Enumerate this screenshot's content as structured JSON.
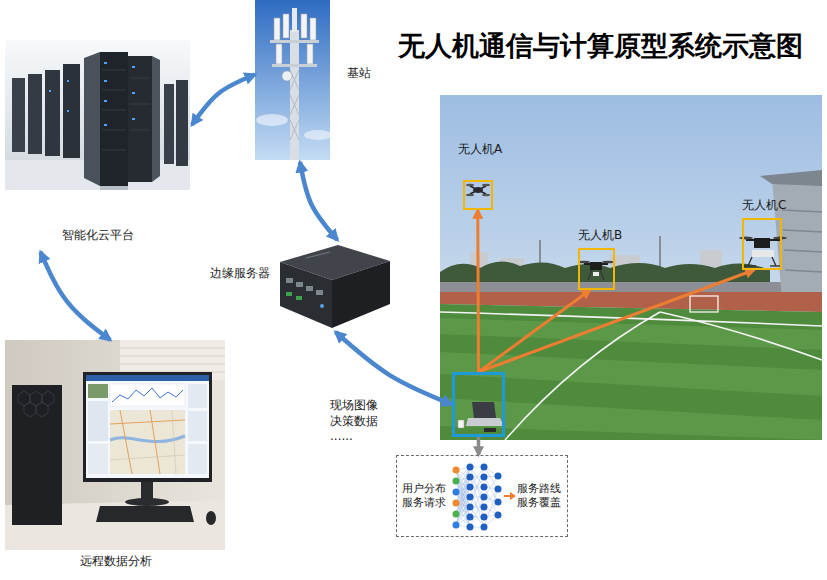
{
  "diagram": {
    "title": "无人机通信与计算原型系统示意图",
    "nodes": [
      {
        "text": [
          "智能化云平台"
        ]
      },
      {
        "text": [
          "基站"
        ]
      },
      {
        "text": [
          "边缘服务器"
        ]
      },
      {
        "text": [
          "无人机A"
        ]
      },
      {
        "text": [
          "无人机B"
        ]
      },
      {
        "text": [
          "无人机C"
        ]
      },
      {
        "text": []
      },
      {
        "text": [
          "远程数据分析"
        ]
      },
      {
        "text": [
          "用户分布 服务请求",
          "服务路线 服务覆盖"
        ]
      }
    ],
    "edges": [
      {
        "from": 0,
        "to": 1,
        "arrow": "both"
      },
      {
        "from": 1,
        "to": 2,
        "arrow": "both"
      },
      {
        "from": 0,
        "to": 7,
        "arrow": "both"
      },
      {
        "from": 2,
        "to": 6,
        "arrow": "both",
        "label": "现场图像 决策数据 ......"
      },
      {
        "from": 6,
        "to": 3,
        "arrow": "to"
      },
      {
        "from": 6,
        "to": 4,
        "arrow": "to"
      },
      {
        "from": 6,
        "to": 5,
        "arrow": "to"
      },
      {
        "from": 6,
        "to": 8,
        "arrow": "to"
      }
    ]
  }
}
